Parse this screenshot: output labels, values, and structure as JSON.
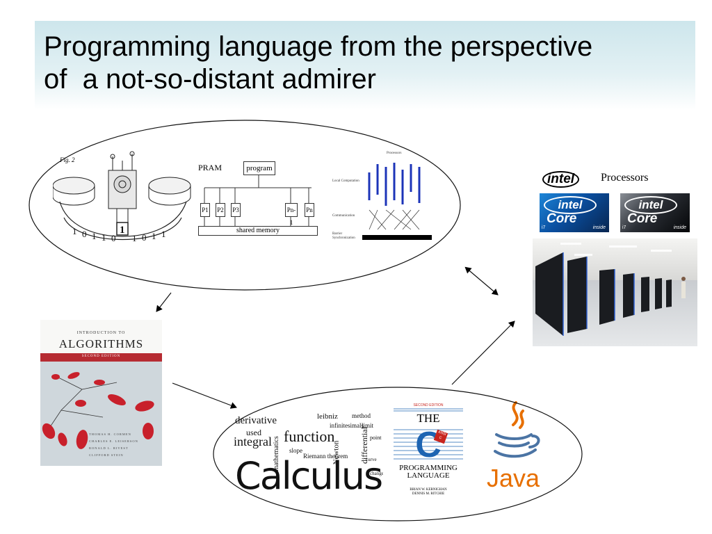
{
  "slide": {
    "title_lines": [
      "Programming language from the perspective",
      "of  a not-so-distant admirer"
    ]
  },
  "images": {
    "turing": {
      "icon": "turing-machine-drawing",
      "tape_digits": [
        "1",
        "0",
        "1",
        "1",
        "0",
        "1",
        "1",
        "0",
        "1",
        "1"
      ],
      "caption": "Fig. 2"
    },
    "pram": {
      "label": "PRAM",
      "program": "program",
      "memory": "shared memory",
      "processors": [
        "P1",
        "P2",
        "P3",
        "Pn-1",
        "Pn"
      ]
    },
    "bsp": {
      "labels": {
        "processors": "Processors",
        "local": "Local Computation",
        "communication": "Communication",
        "barrier": "Barrier Synchronization"
      }
    },
    "intel": {
      "brand": "intel",
      "word": "Processors",
      "chip_brand": "intel",
      "chip_model": "Core",
      "chip_tier": "i7",
      "chip_tag": "inside"
    },
    "supercomputer": {
      "icon": "server-room-photo"
    },
    "algorithms_book": {
      "intro": "INTRODUCTION TO",
      "title": "ALGORITHMS",
      "edition": "SECOND EDITION",
      "authors": [
        "THOMAS H. CORMEN",
        "CHARLES E. LEISERSON",
        "RONALD L. RIVEST",
        "CLIFFORD STEIN"
      ]
    },
    "calculus_cloud": {
      "main": "Calculus",
      "words": [
        "derivative",
        "integral",
        "function",
        "leibniz",
        "Newton",
        "differential",
        "infinitesimals",
        "limit",
        "slope",
        "mathematics",
        "used",
        "Riemann theorem",
        "method",
        "point",
        "change",
        "curve"
      ]
    },
    "c_book": {
      "edition": "SECOND EDITION",
      "the": "THE",
      "badge": "ANSI C",
      "title_line1": "PROGRAMMING",
      "title_line2": "LANGUAGE",
      "author1": "BRIAN W. KERNIGHAN",
      "author2": "DENNIS M. RITCHIE"
    },
    "java": {
      "word": "Java",
      "icon": "java-coffee-cup-icon"
    }
  },
  "colors": {
    "title_bg": "#cde6ec",
    "intel_blue": "#0a4fa0",
    "algo_red": "#b62b32",
    "c_blue": "#1d64b2",
    "java_orange": "#e76f00",
    "bsp_bar": "#1c34b8"
  }
}
